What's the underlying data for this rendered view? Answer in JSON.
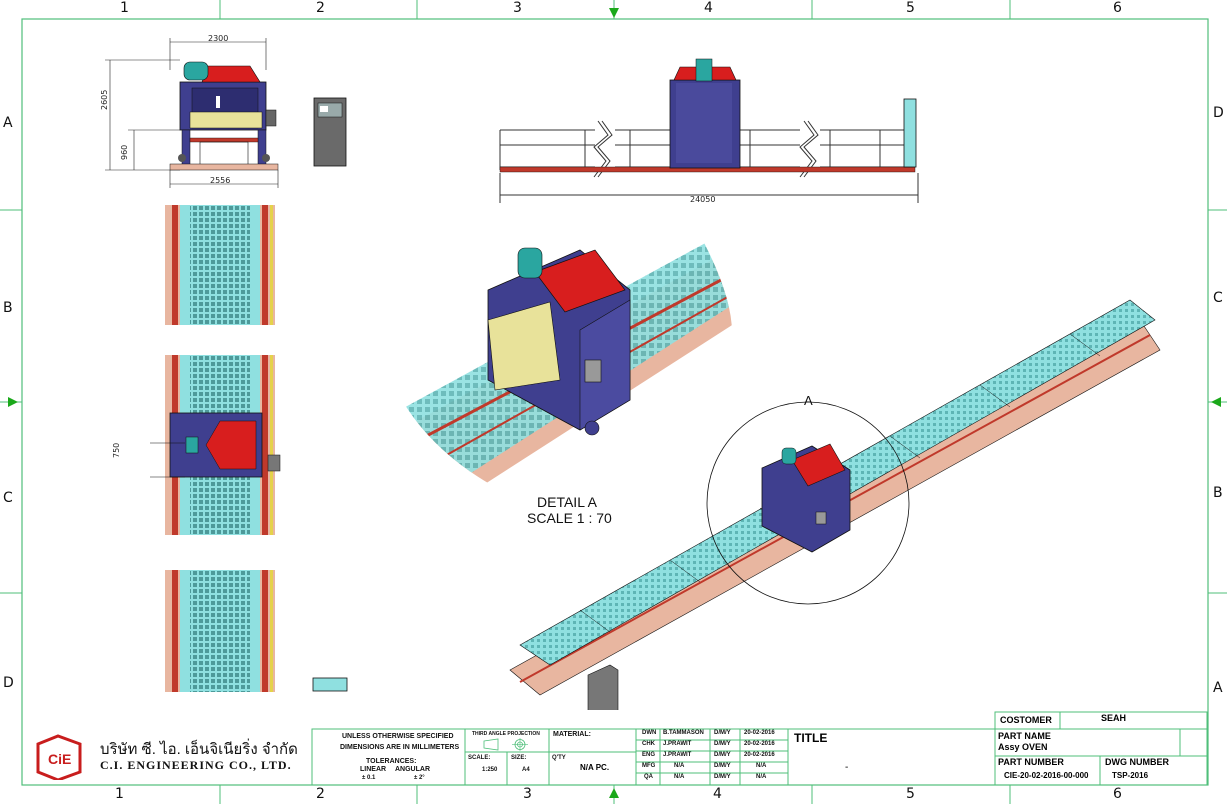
{
  "frame": {
    "cols_top": [
      "1",
      "2",
      "3",
      "4",
      "5",
      "6"
    ],
    "cols_bottom": [
      "1",
      "2",
      "3",
      "4",
      "5",
      "6"
    ],
    "rows_left": [
      "A",
      "B",
      "C",
      "D"
    ],
    "rows_right": [
      "D",
      "C",
      "B",
      "A"
    ]
  },
  "dimensions": {
    "width_top": "2300",
    "height_total": "2605",
    "height_lower": "960",
    "width_base": "2556",
    "length_total": "24050",
    "oven_width": "750"
  },
  "detail": {
    "title": "DETAIL A",
    "scale": "SCALE 1 : 70",
    "callout": "A"
  },
  "company": {
    "name_th": "บริษัท ซี. ไอ. เอ็นจิเนียริ่ง จำกัด",
    "name_en": "C.I. ENGINEERING CO., LTD."
  },
  "notes": {
    "line1": "UNLESS OTHERWISE SPECIFIED",
    "line2": "DIMENSIONS ARE IN MILLIMETERS",
    "tolerances": "TOLERANCES:",
    "linear_label": "LINEAR",
    "angular_label": "ANGULAR",
    "linear_value": "± 0.1",
    "angular_value": "± 2°"
  },
  "projection": {
    "label": "THIRD ANGLE PROJECTION",
    "scale_label": "SCALE:",
    "scale_value": "1:250",
    "size_label": "SIZE:",
    "size_value": "A4"
  },
  "material": {
    "label": "MATERIAL:",
    "qty_label": "Q'TY",
    "qty_value": "N/A PC."
  },
  "approvals": [
    {
      "role": "DWN",
      "name": "B.TAMMASON",
      "fmt": "D/M/Y",
      "date": "20-02-2016"
    },
    {
      "role": "CHK",
      "name": "J.PRAWIT",
      "fmt": "D/M/Y",
      "date": "20-02-2016"
    },
    {
      "role": "ENG",
      "name": "J.PRAWIT",
      "fmt": "D/M/Y",
      "date": "20-02-2016"
    },
    {
      "role": "MFG",
      "name": "N/A",
      "fmt": "D/M/Y",
      "date": "N/A"
    },
    {
      "role": "QA",
      "name": "N/A",
      "fmt": "D/M/Y",
      "date": "N/A"
    }
  ],
  "title_block": {
    "title_label": "TITLE",
    "title_value": "-",
    "customer_label": "COSTOMER",
    "customer_value": "SEAH",
    "part_name_label": "PART NAME",
    "part_name_value": "Assy OVEN",
    "part_number_label": "PART NUMBER",
    "part_number_value": "CIE-20-02-2016-00-000",
    "dwg_number_label": "DWG NUMBER",
    "dwg_number_value": "TSP-2016"
  },
  "colors": {
    "frame": "#4fbf7a",
    "oven_body": "#3f3f8f",
    "hood_red": "#d81e1e",
    "fan_teal": "#2aa6a0",
    "conveyor_cyan": "#8fe0e0",
    "rail_pink": "#e8b6a0",
    "rail_red": "#c0392b"
  }
}
